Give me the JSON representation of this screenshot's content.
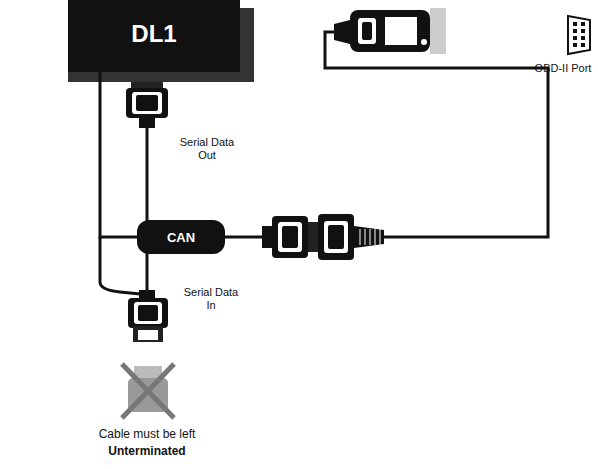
{
  "diagram": {
    "nodes": [
      {
        "text": [
          "DL1"
        ]
      },
      {
        "text": [
          "CAN"
        ]
      }
    ],
    "edges": [
      {
        "from": 0,
        "to": 1,
        "arrow": "none"
      }
    ],
    "labels": [
      "Serial Data Out",
      "Serial Data In",
      "OBD-II Port",
      "Cable must be left",
      "Unterminated"
    ]
  }
}
